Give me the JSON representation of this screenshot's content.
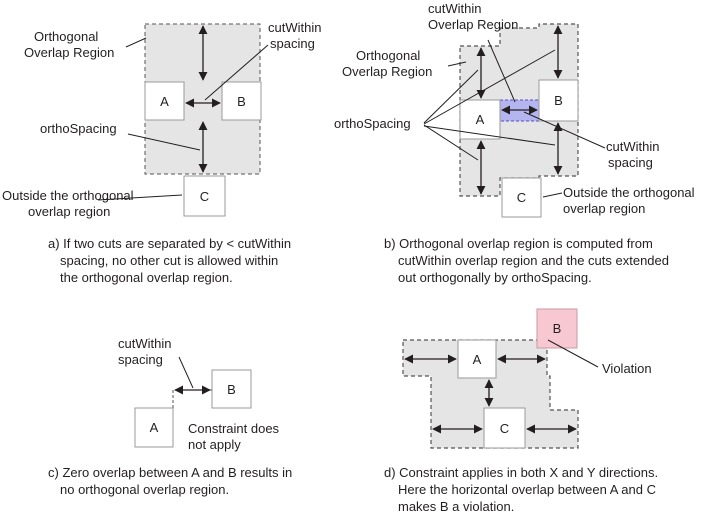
{
  "panel_a": {
    "label_orth_region": [
      "Orthogonal",
      "Overlap Region"
    ],
    "label_cut_within": [
      "cutWithin",
      "spacing"
    ],
    "label_ortho_spacing": "orthoSpacing",
    "label_outside": [
      "Outside the orthogonal",
      "overlap region"
    ],
    "box_a": "A",
    "box_b": "B",
    "box_c": "C",
    "caption": [
      "a) If two cuts are separated by < cutWithin",
      "spacing, no other cut is allowed within",
      "the orthogonal overlap region."
    ]
  },
  "panel_b": {
    "label_cut_within_region": [
      "cutWithin",
      "Overlap Region"
    ],
    "label_orth_region": [
      "Orthogonal",
      "Overlap Region"
    ],
    "label_ortho_spacing": "orthoSpacing",
    "label_cut_within": [
      "cutWithin",
      "spacing"
    ],
    "label_outside": [
      "Outside the orthogonal",
      "overlap region"
    ],
    "box_a": "A",
    "box_b": "B",
    "box_c": "C",
    "caption": [
      "b) Orthogonal overlap region is computed from",
      "cutWithin overlap region and the cuts extended",
      "out orthogonally by orthoSpacing."
    ]
  },
  "panel_c": {
    "label_cut_within": [
      "cutWithin",
      "spacing"
    ],
    "label_constraint": [
      "Constraint does",
      "not apply"
    ],
    "box_a": "A",
    "box_b": "B",
    "caption": [
      "c) Zero overlap between A and B results in",
      "no orthogonal overlap region."
    ]
  },
  "panel_d": {
    "label_violation": "Violation",
    "box_a": "A",
    "box_b": "B",
    "box_c": "C",
    "caption": [
      "d) Constraint applies in both X and Y directions.",
      "Here the horizontal overlap between A and C",
      "makes B a violation."
    ]
  },
  "colors": {
    "region_fill": "#e6e5e5",
    "region_stroke": "#555555",
    "box_stroke": "#9a9a9a",
    "cut_within_fill": "#b4b4ee",
    "cut_within_stroke": "#5050c8",
    "violation_fill": "#f7c8d2",
    "violation_stroke": "#c89aa6"
  }
}
